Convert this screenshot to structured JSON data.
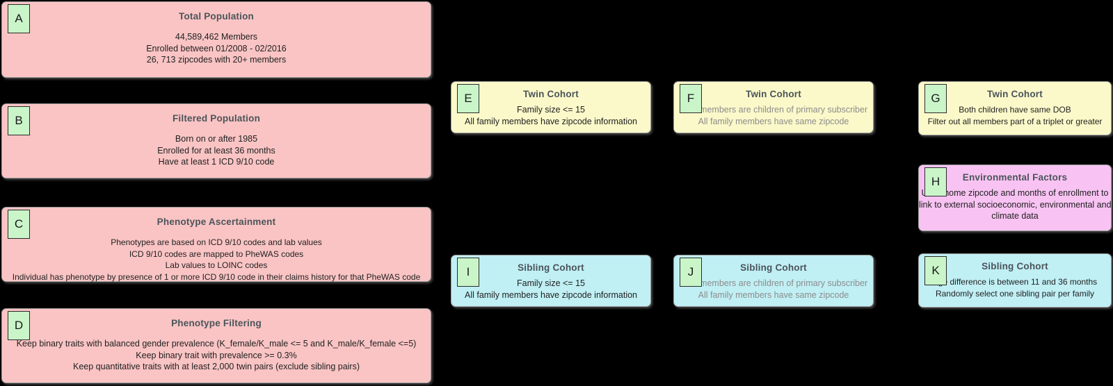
{
  "diagram": {
    "colors": {
      "background": "#000000",
      "population_fill": "#fac4c4",
      "twin_fill": "#fbf9c9",
      "sibling_fill": "#c0eff4",
      "environment_fill": "#f8c3f3",
      "label_fill": "#caf5c9",
      "border": "#9b9b9b",
      "title_text": "#4a545a",
      "body_text": "#1f1f1f",
      "muted_text": "#8c8c8c"
    },
    "nodes": {
      "a": {
        "label": "A",
        "title": "Total Population",
        "lines": [
          "44,589,462 Members",
          "Enrolled between 01/2008 - 02/2016",
          "26, 713 zipcodes with 20+ members"
        ]
      },
      "b": {
        "label": "B",
        "title": "Filtered Population",
        "lines": [
          "Born on or after 1985",
          "Enrolled for at least 36 months",
          "Have at least 1 ICD 9/10 code"
        ]
      },
      "c": {
        "label": "C",
        "title": "Phenotype Ascertainment",
        "lines": [
          "Phenotypes are based on ICD 9/10 codes and lab values",
          "ICD 9/10 codes are mapped to PheWAS codes",
          "Lab values to LOINC codes",
          "Individual has phenotype by presence of 1 or more ICD 9/10 code in their claims history for that PheWAS code"
        ]
      },
      "d": {
        "label": "D",
        "title": "Phenotype Filtering",
        "lines": [
          "Keep binary traits with balanced gender prevalence (K_female/K_male <= 5 and K_male/K_female <=5)",
          "Keep binary trait with prevalence >= 0.3%",
          "Keep quantitative traits with at least 2,000 twin pairs (exclude sibling pairs)"
        ]
      },
      "e": {
        "label": "E",
        "title": "Twin Cohort",
        "lines": [
          "Family size <= 15",
          "All family members have zipcode information"
        ]
      },
      "f": {
        "label": "F",
        "title": "Twin Cohort",
        "lines": [
          "Both members are children of primary subscriber",
          "All family members have same zipcode"
        ]
      },
      "g": {
        "label": "G",
        "title": "Twin Cohort",
        "lines": [
          "Both children have same DOB",
          "Filter out all members part of a triplet or greater"
        ]
      },
      "h": {
        "label": "H",
        "title": "Environmental Factors",
        "lines": [
          "Used home zipcode and months of enrollment to",
          "link to external socioeconomic, environmental and",
          "climate data"
        ]
      },
      "i": {
        "label": "I",
        "title": "Sibling Cohort",
        "lines": [
          "Family size <= 15",
          "All family members have zipcode information"
        ]
      },
      "j": {
        "label": "J",
        "title": "Sibling Cohort",
        "lines": [
          "Both members are children of primary subscriber",
          "All family members have same zipcode"
        ]
      },
      "k": {
        "label": "K",
        "title": "Sibling Cohort",
        "lines": [
          "Age difference is between 11 and 36 months",
          "Randomly select one sibling pair per family"
        ]
      }
    }
  }
}
